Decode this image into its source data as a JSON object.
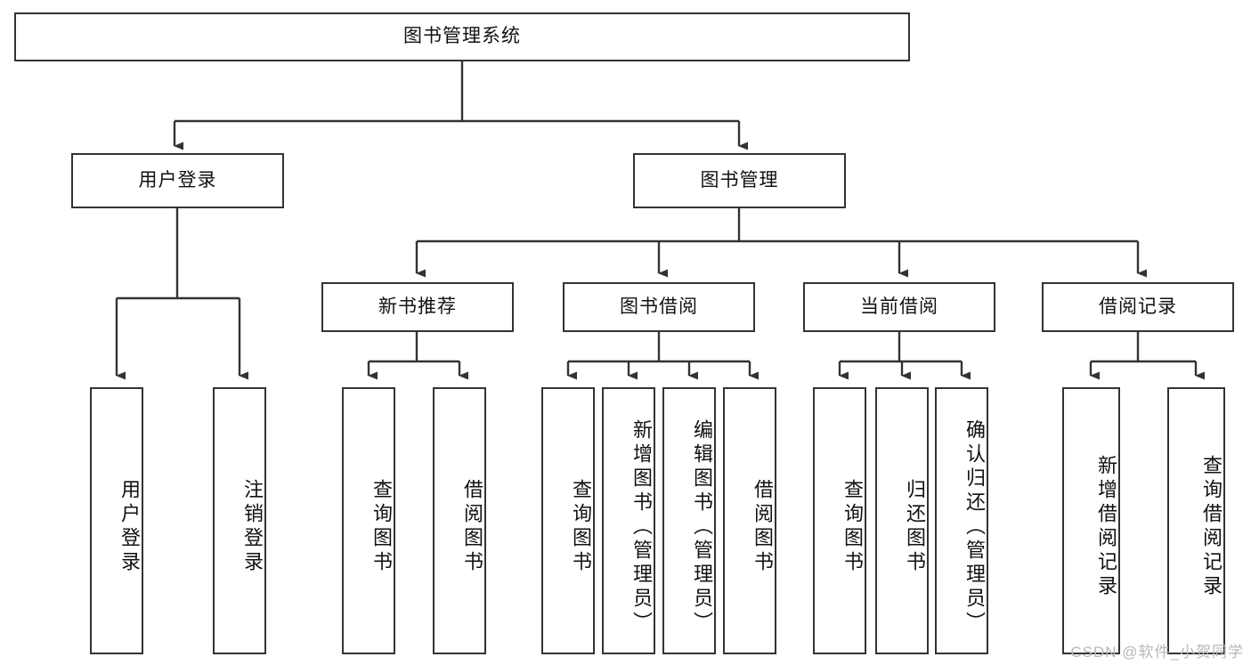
{
  "diagram": {
    "type": "hierarchy-tree",
    "title": "图书管理系统",
    "background_color": "#ffffff",
    "line_color": "#333333",
    "box_border_color": "#333333",
    "box_fill_color": "#ffffff",
    "watermark": "CSDN @软件_小贺同学"
  },
  "nodes": {
    "root": {
      "label": "图书管理系统"
    },
    "level1": [
      {
        "id": "user-login",
        "label": "用户登录"
      },
      {
        "id": "book-manage",
        "label": "图书管理"
      }
    ],
    "level2": [
      {
        "id": "new-book-recommend",
        "label": "新书推荐"
      },
      {
        "id": "book-borrow",
        "label": "图书借阅"
      },
      {
        "id": "current-borrow",
        "label": "当前借阅"
      },
      {
        "id": "borrow-record",
        "label": "借阅记录"
      }
    ],
    "leaves": {
      "user_login": [
        {
          "id": "leaf-user-login",
          "label": "用户登录"
        },
        {
          "id": "leaf-logout-login",
          "label": "注销登录"
        }
      ],
      "new_book_recommend": [
        {
          "id": "leaf-query-book-1",
          "label": "查询图书"
        },
        {
          "id": "leaf-borrow-book-1",
          "label": "借阅图书"
        }
      ],
      "book_borrow": [
        {
          "id": "leaf-query-book-2",
          "label": "查询图书"
        },
        {
          "id": "leaf-add-book",
          "label": "新增图书（管理员）"
        },
        {
          "id": "leaf-edit-book",
          "label": "编辑图书（管理员）"
        },
        {
          "id": "leaf-borrow-book-2",
          "label": "借阅图书"
        }
      ],
      "current_borrow": [
        {
          "id": "leaf-query-book-3",
          "label": "查询图书"
        },
        {
          "id": "leaf-return-book",
          "label": "归还图书"
        },
        {
          "id": "leaf-confirm-return",
          "label": "确认归还（管理员）"
        }
      ],
      "borrow_record": [
        {
          "id": "leaf-add-borrow-record",
          "label": "新增借阅记录"
        },
        {
          "id": "leaf-query-borrow-record",
          "label": "查询借阅记录"
        }
      ]
    }
  }
}
